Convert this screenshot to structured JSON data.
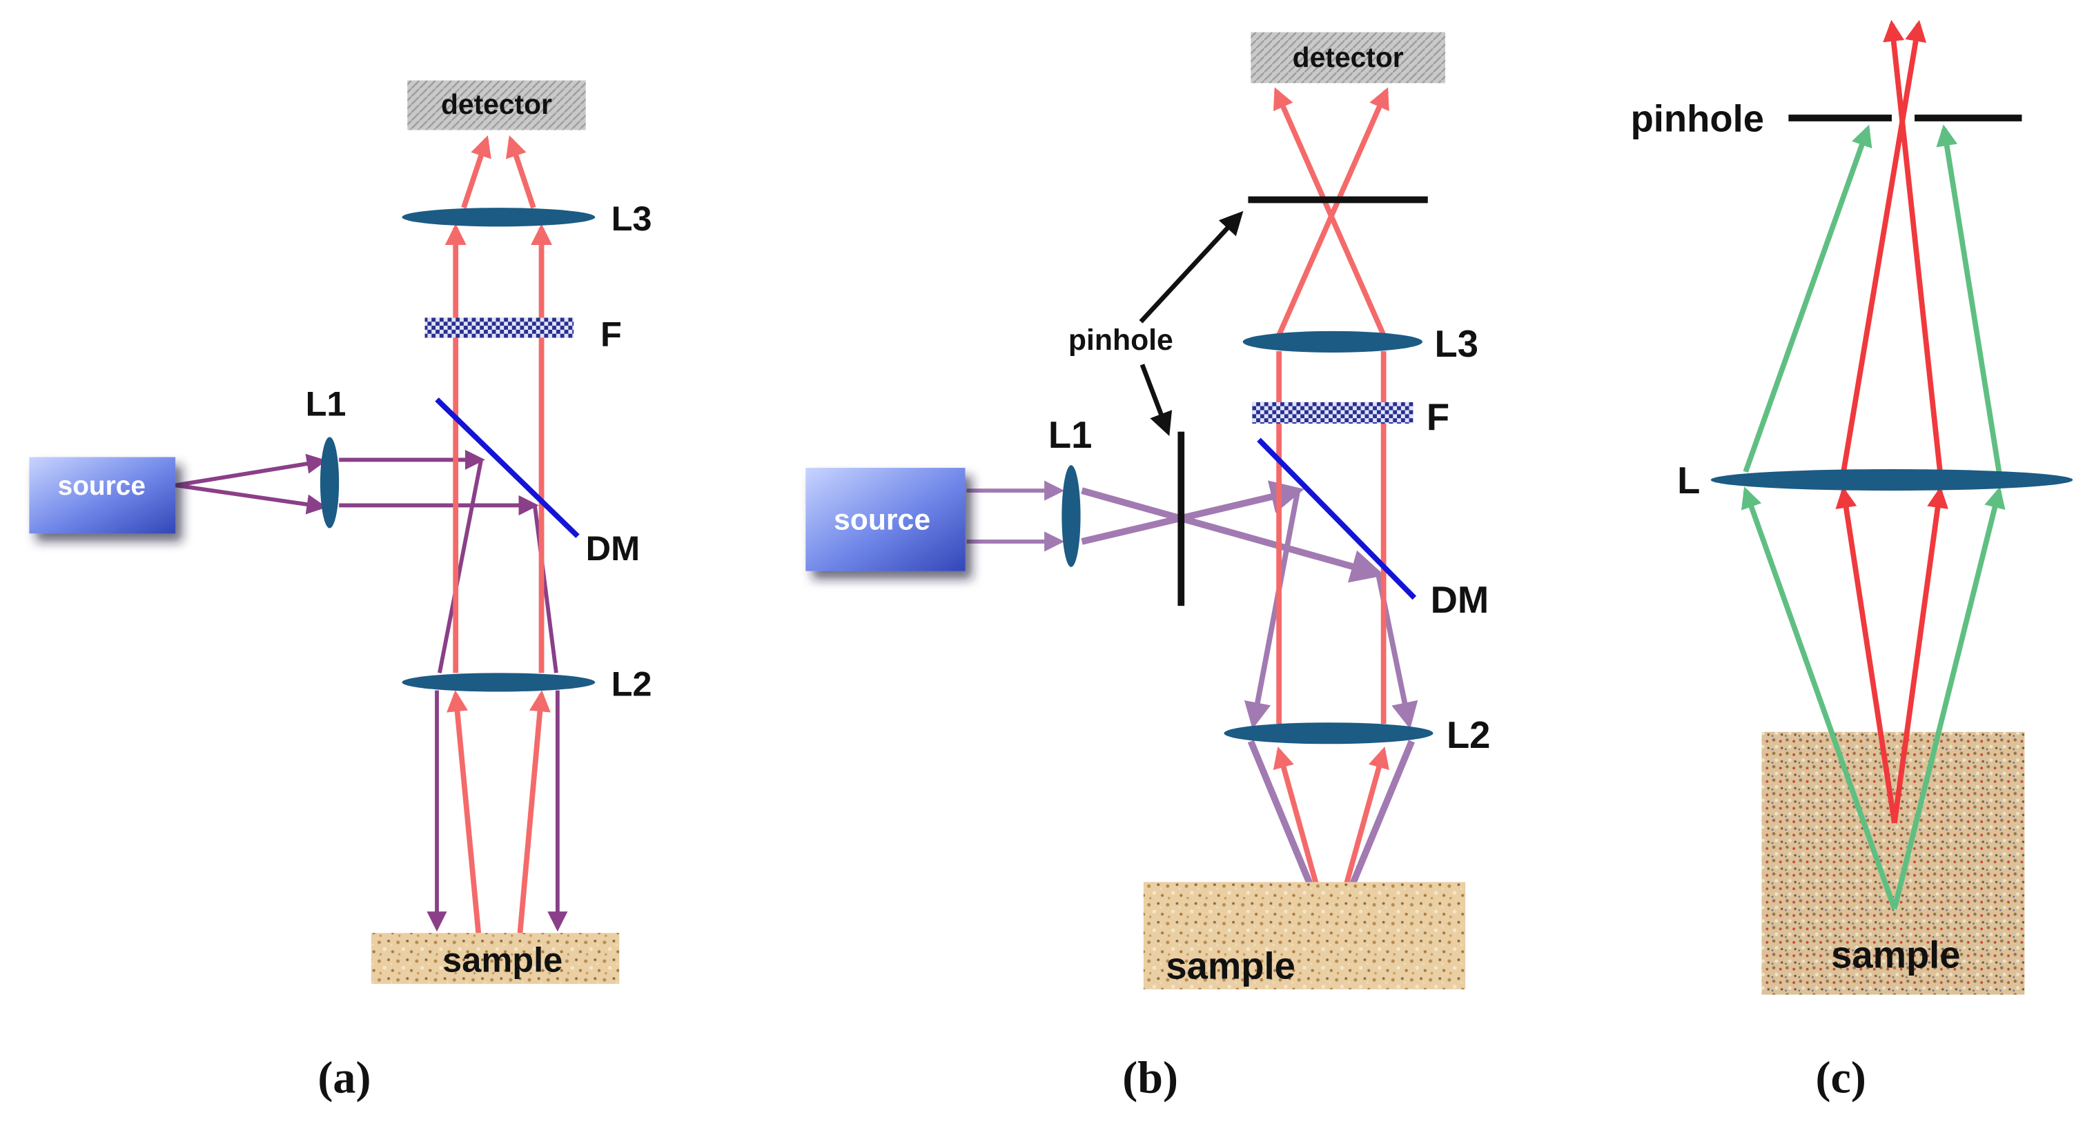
{
  "colors": {
    "fluorescence": "#f46a6a",
    "fluorescence_bright": "#f0393d",
    "excitation": "#8a3f88",
    "excitation_light": "#a27ab2",
    "green_light": "#5fbf82",
    "lens": "#1c5b84",
    "dichroic": "#1414d6",
    "pinhole": "#111111"
  },
  "panel_a": {
    "detector": "detector",
    "source": "source",
    "sample": "sample",
    "L1": "L1",
    "L2": "L2",
    "L3": "L3",
    "F": "F",
    "DM": "DM",
    "caption": "(a)"
  },
  "panel_b": {
    "detector": "detector",
    "source": "source",
    "sample": "sample",
    "pinhole": "pinhole",
    "L1": "L1",
    "L2": "L2",
    "L3": "L3",
    "F": "F",
    "DM": "DM",
    "caption": "(b)"
  },
  "panel_c": {
    "pinhole": "pinhole",
    "L": "L",
    "sample": "sample",
    "caption": "(c)"
  }
}
